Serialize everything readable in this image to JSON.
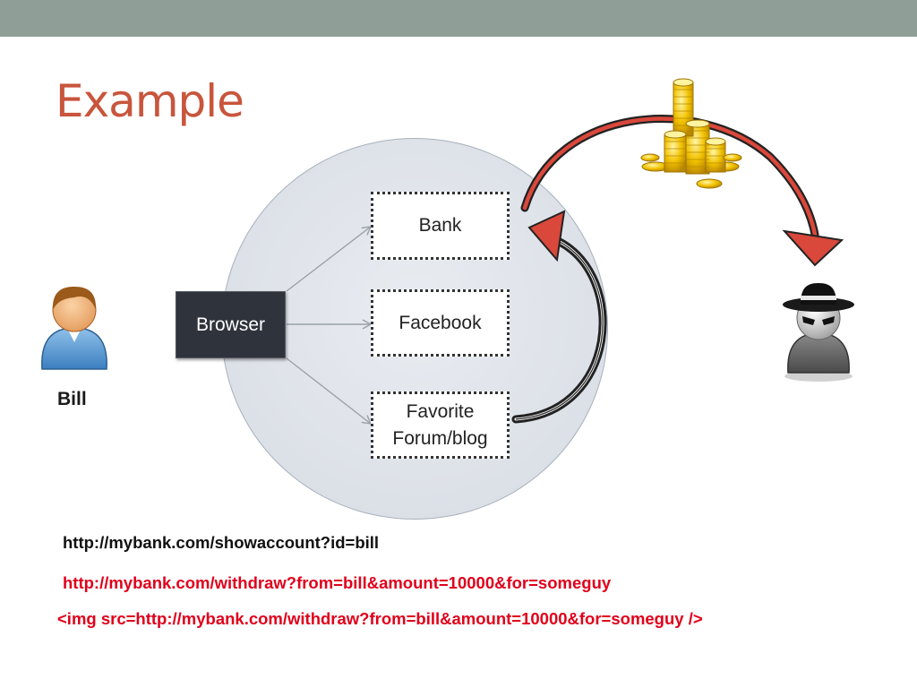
{
  "slide": {
    "title": "Example"
  },
  "diagram": {
    "browser_label": "Browser",
    "sites": [
      "Bank",
      "Facebook",
      "Favorite\nForum/blog"
    ],
    "user_label": "Bill"
  },
  "urls": {
    "show_account": "http://mybank.com/showaccount?id=bill",
    "withdraw": "http://mybank.com/withdraw?from=bill&amount=10000&for=someguy",
    "img_tag": "<img src=http://mybank.com/withdraw?from=bill&amount=10000&for=someguy />"
  },
  "colors": {
    "top_bar": "#8f9f98",
    "title": "#c8553c",
    "arrow_fill": "#d9483b",
    "url_highlight": "#e0001b"
  },
  "icons": [
    "user-icon",
    "gold-coins-icon",
    "attacker-spy-icon"
  ]
}
